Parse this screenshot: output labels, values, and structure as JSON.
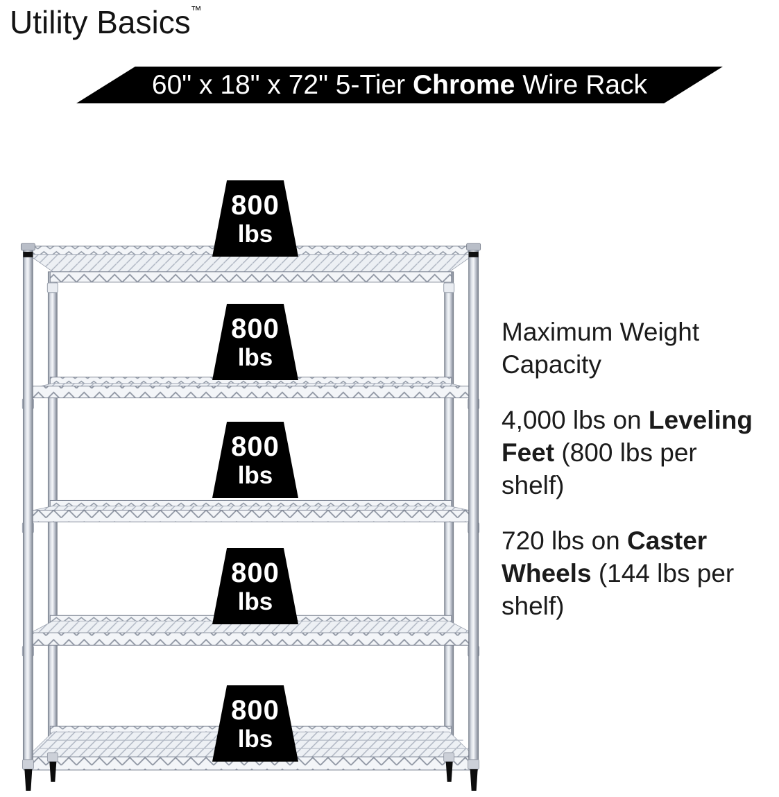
{
  "brand": {
    "name": "Utility Basics",
    "trademark": "™"
  },
  "banner": {
    "prefix": "60\" x 18\" x 72\" 5-Tier ",
    "bold": "Chrome",
    "suffix": " Wire Rack"
  },
  "rack": {
    "tiers": 5,
    "finish": "Chrome",
    "weights": [
      {
        "value": "800",
        "unit": "lbs"
      },
      {
        "value": "800",
        "unit": "lbs"
      },
      {
        "value": "800",
        "unit": "lbs"
      },
      {
        "value": "800",
        "unit": "lbs"
      },
      {
        "value": "800",
        "unit": "lbs"
      }
    ]
  },
  "info": {
    "heading_lines": [
      "Maximum Weight",
      "Capacity"
    ],
    "paragraphs": [
      {
        "lines": [
          {
            "segments": [
              {
                "text": "4,000 lbs on ",
                "bold": false
              },
              {
                "text": "Leveling",
                "bold": true
              }
            ]
          },
          {
            "segments": [
              {
                "text": "Feet",
                "bold": true
              },
              {
                "text": " (800 lbs per",
                "bold": false
              }
            ]
          },
          {
            "segments": [
              {
                "text": "shelf)",
                "bold": false
              }
            ]
          }
        ]
      },
      {
        "lines": [
          {
            "segments": [
              {
                "text": "720 lbs on ",
                "bold": false
              },
              {
                "text": "Caster",
                "bold": true
              }
            ]
          },
          {
            "segments": [
              {
                "text": "Wheels",
                "bold": true
              },
              {
                "text": " (144 lbs per",
                "bold": false
              }
            ]
          },
          {
            "segments": [
              {
                "text": "shelf)",
                "bold": false
              }
            ]
          }
        ]
      }
    ]
  },
  "colors": {
    "background": "#ffffff",
    "banner_bg": "#000000",
    "banner_text": "#ffffff",
    "weight_bg": "#000000",
    "weight_text": "#ffffff",
    "body_text": "#1b1b1b",
    "chrome_light": "#f2f4f7",
    "chrome_dark": "#7d8490"
  }
}
